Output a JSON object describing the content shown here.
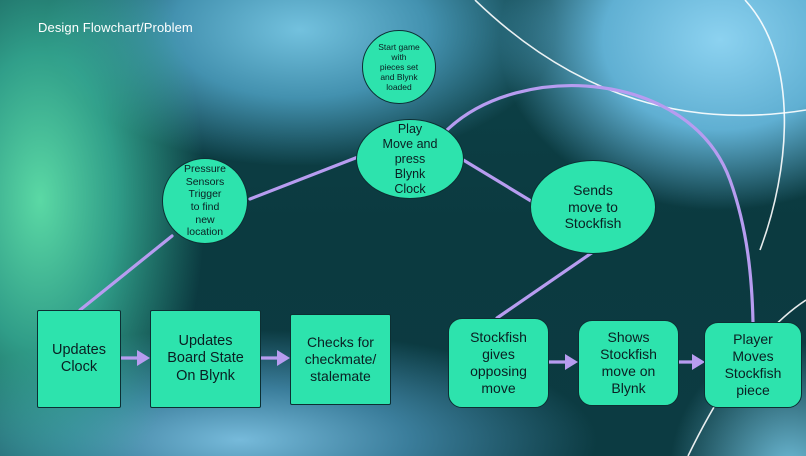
{
  "header": {
    "title": "Design Flowchart/Problem"
  },
  "nodes": {
    "start": "Start game\nwith\npieces set\nand Blynk\nloaded",
    "play_move": "Play\nMove and\npress\nBlynk\nClock",
    "pressure": "Pressure\nSensors\nTrigger\nto find\nnew\nlocation",
    "sends_move": "Sends\nmove to\nStockfish",
    "updates_clock": "Updates\nClock",
    "updates_board": "Updates\nBoard State\nOn Blynk",
    "checks": "Checks for\ncheckmate/\nstalemate",
    "stockfish_gives": "Stockfish\ngives\nopposing\nmove",
    "shows_stockfish": "Shows\nStockfish\nmove on\nBlynk",
    "player_moves": "Player\nMoves\nStockfish\npiece"
  },
  "colors": {
    "node_fill": "#2de3ad",
    "connector": "#b79cf0",
    "background_dark": "#0c3940"
  }
}
